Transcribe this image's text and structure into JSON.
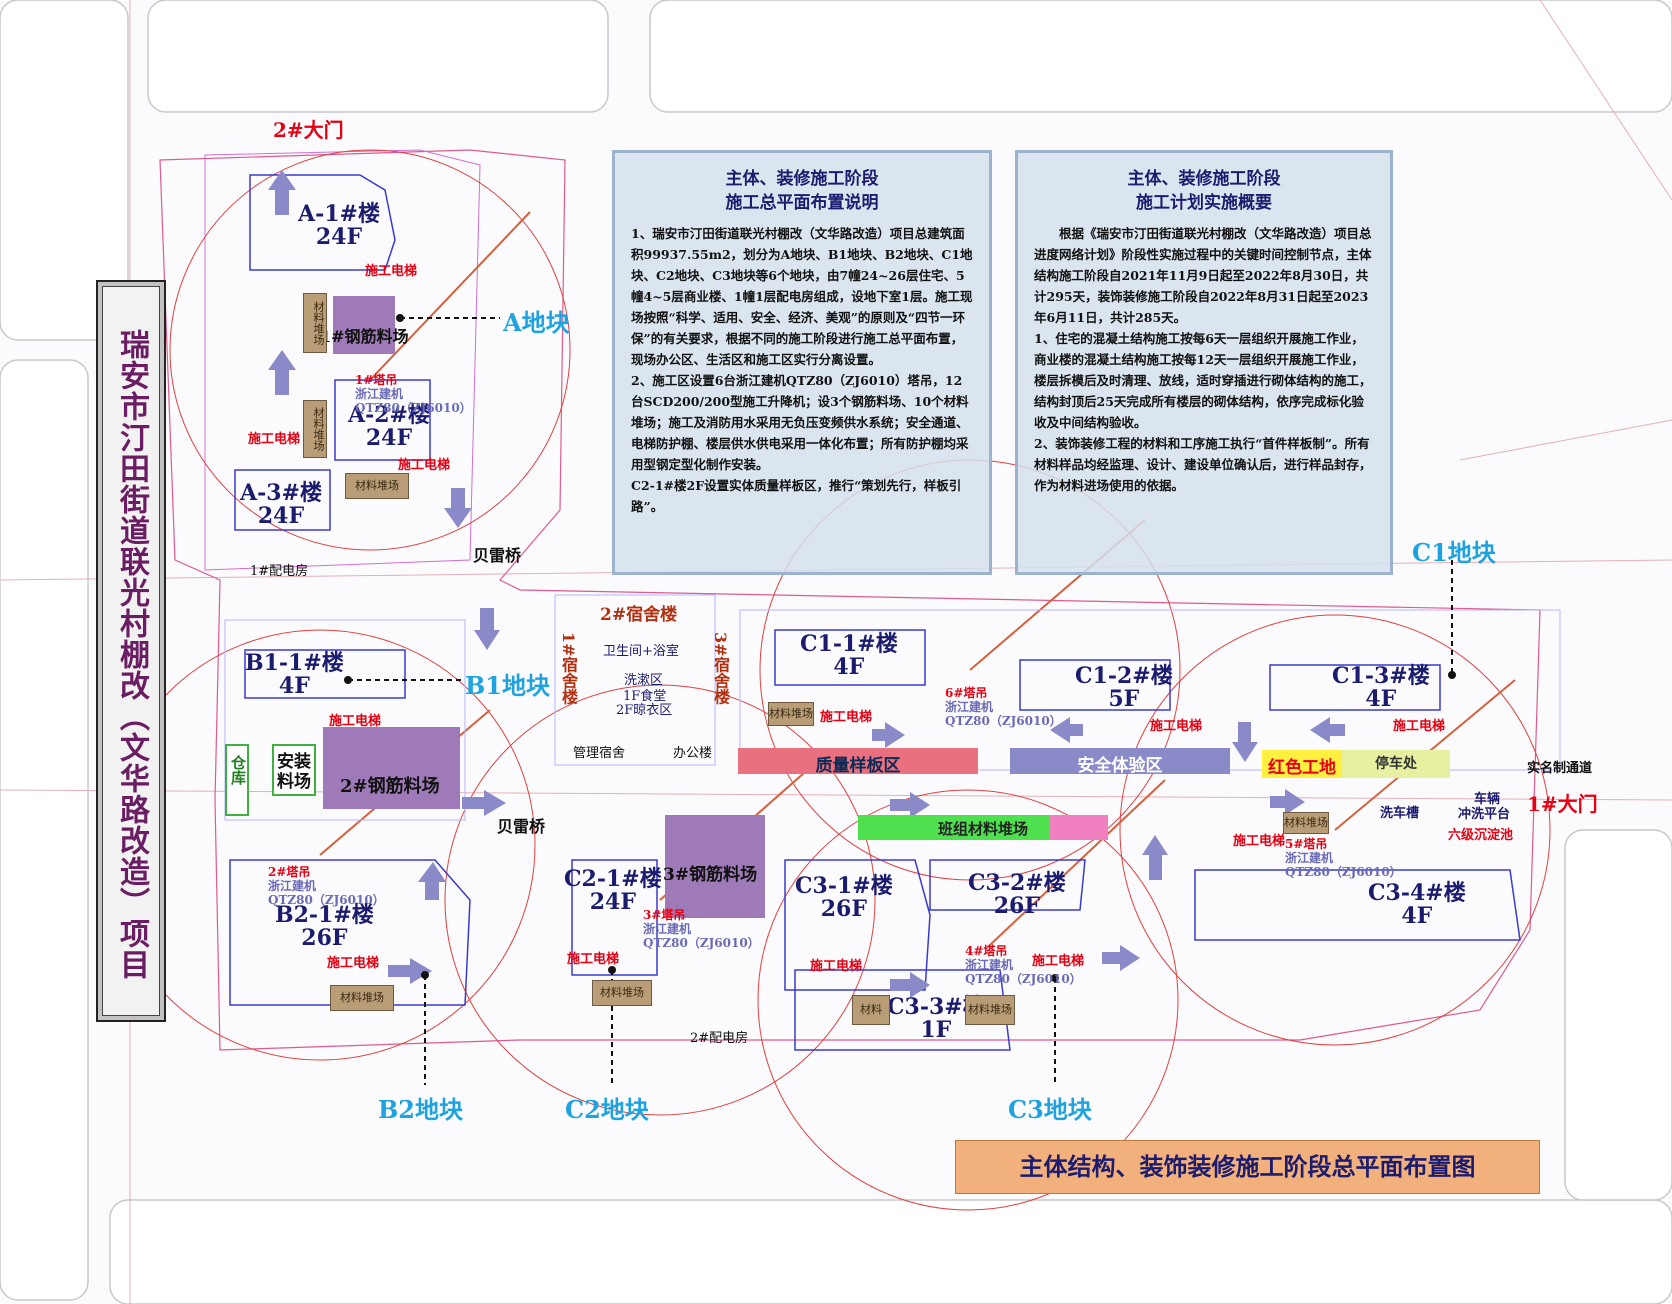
{
  "title_vertical": "瑞安市汀田街道联光村棚改（文华路改造）项目",
  "bottom_title": "主体结构、装饰装修施工阶段总平面布置图",
  "gates": {
    "gate1": "1#大门",
    "gate2": "2#大门"
  },
  "zones": {
    "a": "A地块",
    "b1": "B1地块",
    "b2": "B2地块",
    "c1": "C1地块",
    "c2": "C2地块",
    "c3": "C3地块"
  },
  "buildings": {
    "a1": {
      "name": "A-1#楼",
      "floors": "24F"
    },
    "a2": {
      "name": "A-2#楼",
      "floors": "24F"
    },
    "a3": {
      "name": "A-3#楼",
      "floors": "24F"
    },
    "b11": {
      "name": "B1-1#楼",
      "floors": "4F"
    },
    "b21": {
      "name": "B2-1#楼",
      "floors": "26F"
    },
    "c11": {
      "name": "C1-1#楼",
      "floors": "4F"
    },
    "c12": {
      "name": "C1-2#楼",
      "floors": "5F"
    },
    "c13": {
      "name": "C1-3#楼",
      "floors": "4F"
    },
    "c21": {
      "name": "C2-1#楼",
      "floors": "24F"
    },
    "c31": {
      "name": "C3-1#楼",
      "floors": "26F"
    },
    "c32": {
      "name": "C3-2#楼",
      "floors": "26F"
    },
    "c33": {
      "name": "C3-3#楼",
      "floors": "1F"
    },
    "c34": {
      "name": "C3-4#楼",
      "floors": "4F"
    }
  },
  "labels": {
    "elevator": "施工电梯",
    "material": "材料堆场",
    "material_short": "材料",
    "crane_model": "浙江建机",
    "crane_spec": "QTZ80（ZJ6010）",
    "crane1": "1#塔吊",
    "crane2": "2#塔吊",
    "crane3": "3#塔吊",
    "crane4": "4#塔吊",
    "crane5": "5#塔吊",
    "crane6": "6#塔吊",
    "rebar1": "1#钢筋料场",
    "rebar2": "2#钢筋料场",
    "rebar3": "3#钢筋料场",
    "bailey1": "贝雷桥",
    "bailey2": "贝雷桥",
    "power1": "1#配电房",
    "power2": "2#配电房",
    "dorm1": "1#宿舍楼",
    "dorm2": "2#宿舍楼",
    "dorm3": "3#宿舍楼",
    "toilet": "卫生间+浴室",
    "wash": "洗漱区",
    "canteen": "1F食堂",
    "drying": "2F晾衣区",
    "mgmt_dorm": "管理宿舍",
    "office": "办公楼",
    "quality": "质量样板区",
    "safety": "安全体验区",
    "red_site": "红色工地",
    "parking": "停车处",
    "team_material": "班组材料堆场",
    "realname": "实名制通道",
    "wash_trough": "洗车槽",
    "vehicle_wash1": "车辆",
    "vehicle_wash2": "冲洗平台",
    "sedimentation": "六级沉淀池",
    "warehouse": "仓库",
    "install_yard": "安装料场"
  },
  "box_left": {
    "title1": "主体、装修施工阶段",
    "title2": "施工总平面布置说明",
    "p1": "1、瑞安市汀田街道联光村棚改（文华路改造）项目总建筑面积99937.55m2，划分为A地块、B1地块、B2地块、C1地块、C2地块、C3地块等6个地块，由7幢24~26层住宅、5幢4~5层商业楼、1幢1层配电房组成，设地下室1层。施工现场按照“科学、适用、安全、经济、美观”的原则及“四节一环保”的有关要求，根据不同的施工阶段进行施工总平面布置，现场办公区、生活区和施工区实行分离设置。",
    "p2": "2、施工区设置6台浙江建机QTZ80（ZJ6010）塔吊，12台SCD200/200型施工升降机；设3个钢筋料场、10个材料堆场；施工及消防用水采用无负压变频供水系统；安全通道、电梯防护棚、楼层供水供电采用一体化布置；所有防护棚均采用型钢定型化制作安装。",
    "p3": "C2-1#楼2F设置实体质量样板区，推行“策划先行，样板引路”。"
  },
  "box_right": {
    "title1": "主体、装修施工阶段",
    "title2": "施工计划实施概要",
    "p1": "根据《瑞安市汀田街道联光村棚改（文华路改造）项目总进度网络计划》阶段性实施过程中的关键时间控制节点，主体结构施工阶段自2021年11月9日起至2022年8月30日，共计295天，装饰装修施工阶段自2022年8月31日起至2023年6月11日，共计285天。",
    "p2": "1、住宅的混凝土结构施工按每6天一层组织开展施工作业，商业楼的混凝土结构施工按每12天一层组织开展施工作业，楼层拆模后及时清理、放线，适时穿插进行砌体结构的施工，结构封顶后25天完成所有楼层的砌体结构，依序完成标化验收及中间结构验收。",
    "p3": "2、装饰装修工程的材料和工序施工执行“首件样板制”。所有材料样品均经监理、设计、建设单位确认后，进行样品封存，作为材料进场使用的依据。"
  },
  "colors": {
    "zone": "#1fa3e0",
    "building": "#1c1c6e",
    "red": "#e60012",
    "rebar": "#9e7bb8",
    "quality": "#e8707f",
    "safety": "#8a8ac8",
    "team": "#f080c0",
    "green": "#4fe050"
  }
}
